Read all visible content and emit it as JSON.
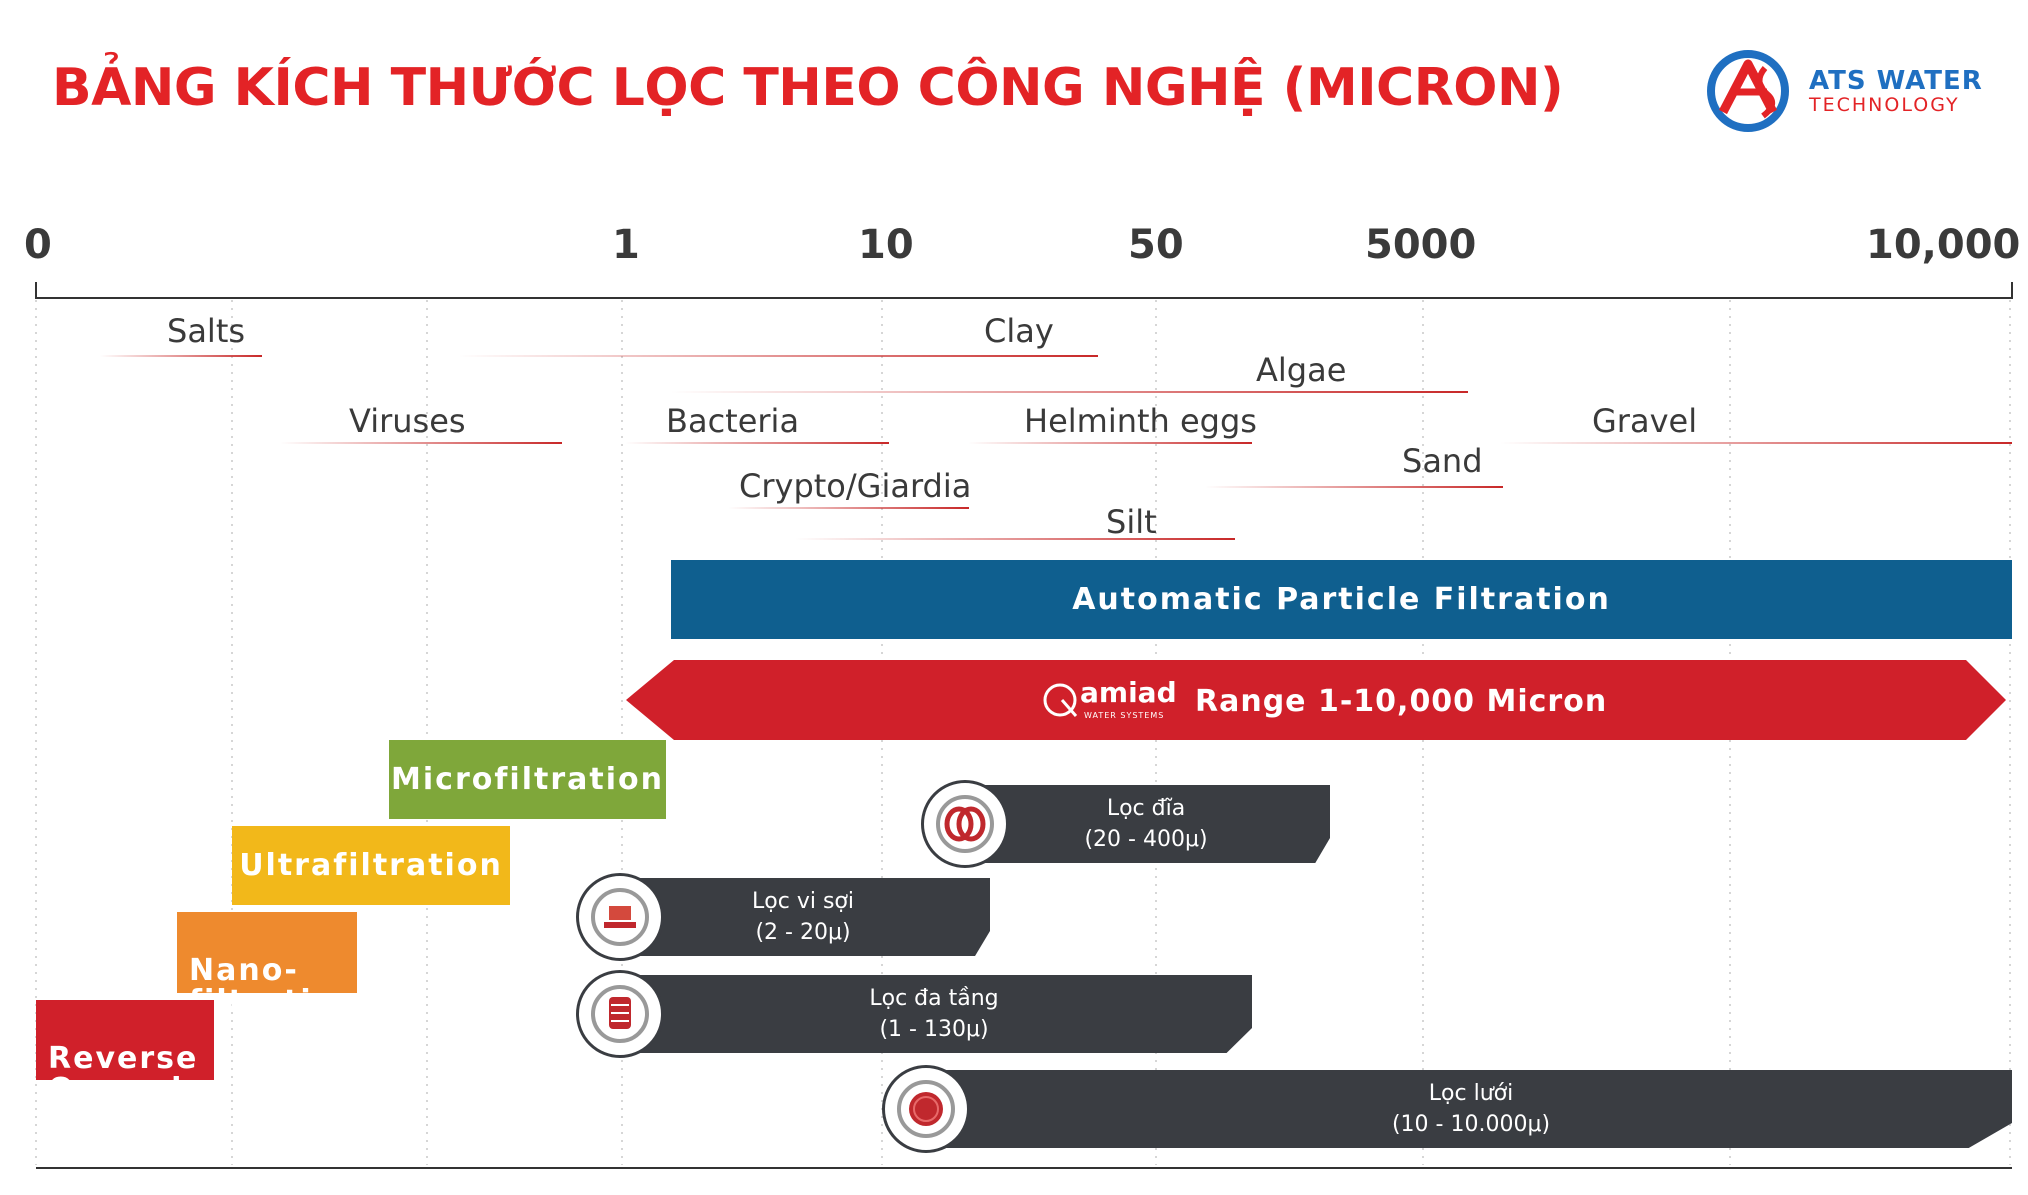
{
  "title": "BẢNG KÍCH THƯỚC LỌC THEO CÔNG NGHỆ (MICRON)",
  "logo": {
    "brand_line1": "ATS WATER",
    "brand_line2": "TECHNOLOGY"
  },
  "axis": {
    "ticks": [
      "0",
      "1",
      "10",
      "50",
      "5000",
      "10,000"
    ]
  },
  "particles": [
    {
      "label": "Salts"
    },
    {
      "label": "Clay"
    },
    {
      "label": "Algae"
    },
    {
      "label": "Viruses"
    },
    {
      "label": "Bacteria"
    },
    {
      "label": "Helminth eggs"
    },
    {
      "label": "Gravel"
    },
    {
      "label": "Sand"
    },
    {
      "label": "Crypto/Giardia"
    },
    {
      "label": "Silt"
    }
  ],
  "bands": {
    "automatic": "Automatic Particle Filtration",
    "amiad_brand": "amiad",
    "amiad_sub": "WATER SYSTEMS",
    "amiad_range": "Range 1-10,000 Micron"
  },
  "membranes": {
    "micro": "Microfiltration",
    "ultra": "Ultrafiltration",
    "nano": "Nano-\nfiltration",
    "ro": "Reverse\nOsmosis"
  },
  "technologies": [
    {
      "name": "Lọc đĩa",
      "range": "(20 - 400μ)"
    },
    {
      "name": "Lọc vi sợi",
      "range": "(2 - 20μ)"
    },
    {
      "name": "Lọc đa tầng",
      "range": "(1 - 130μ)"
    },
    {
      "name": "Lọc lưới",
      "range": "(10 - 10.000μ)"
    }
  ],
  "colors": {
    "title_red": "#e32326",
    "automatic_blue": "#0f5f8f",
    "amiad_red": "#d0202a",
    "micro_green": "#7fa73a",
    "ultra_yellow": "#f2b81a",
    "nano_orange": "#ee8a2e",
    "ro_red": "#d0202a",
    "tech_dark": "#3a3d42"
  }
}
